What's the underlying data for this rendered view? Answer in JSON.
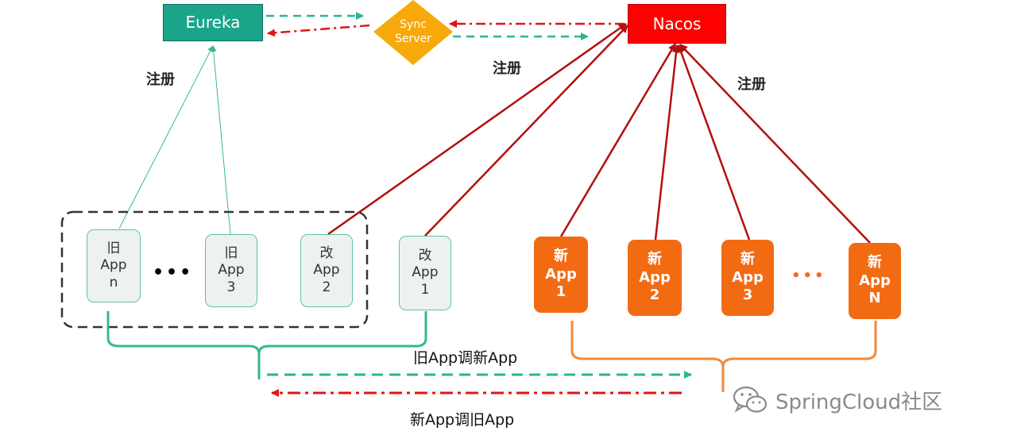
{
  "registries": {
    "eureka": "Eureka",
    "sync_server_line1": "Sync",
    "sync_server_line2": "Server",
    "nacos": "Nacos"
  },
  "labels": {
    "register_left": "注册",
    "register_mid": "注册",
    "register_right": "注册",
    "old_calls_new": "旧App调新App",
    "new_calls_old": "新App调旧App"
  },
  "old_apps": [
    {
      "l1": "旧",
      "l2": "App",
      "l3": "n"
    },
    {
      "l1": "旧",
      "l2": "App",
      "l3": "3"
    },
    {
      "l1": "改",
      "l2": "App",
      "l3": "2"
    },
    {
      "l1": "改",
      "l2": "App",
      "l3": "1"
    }
  ],
  "new_apps": [
    {
      "l1": "新",
      "l2": "App",
      "l3": "1"
    },
    {
      "l1": "新",
      "l2": "App",
      "l3": "2"
    },
    {
      "l1": "新",
      "l2": "App",
      "l3": "3"
    },
    {
      "l1": "新",
      "l2": "App",
      "l3": "N"
    }
  ],
  "ellipsis_old": "•••",
  "ellipsis_new": "•••",
  "watermark": "SpringCloud社区",
  "colors": {
    "eureka": "#1aa58b",
    "sync": "#f7a90c",
    "nacos": "#ff0000",
    "new_app": "#f26b13",
    "old_border": "#5fc3a7",
    "red_line": "#b30f0f"
  }
}
